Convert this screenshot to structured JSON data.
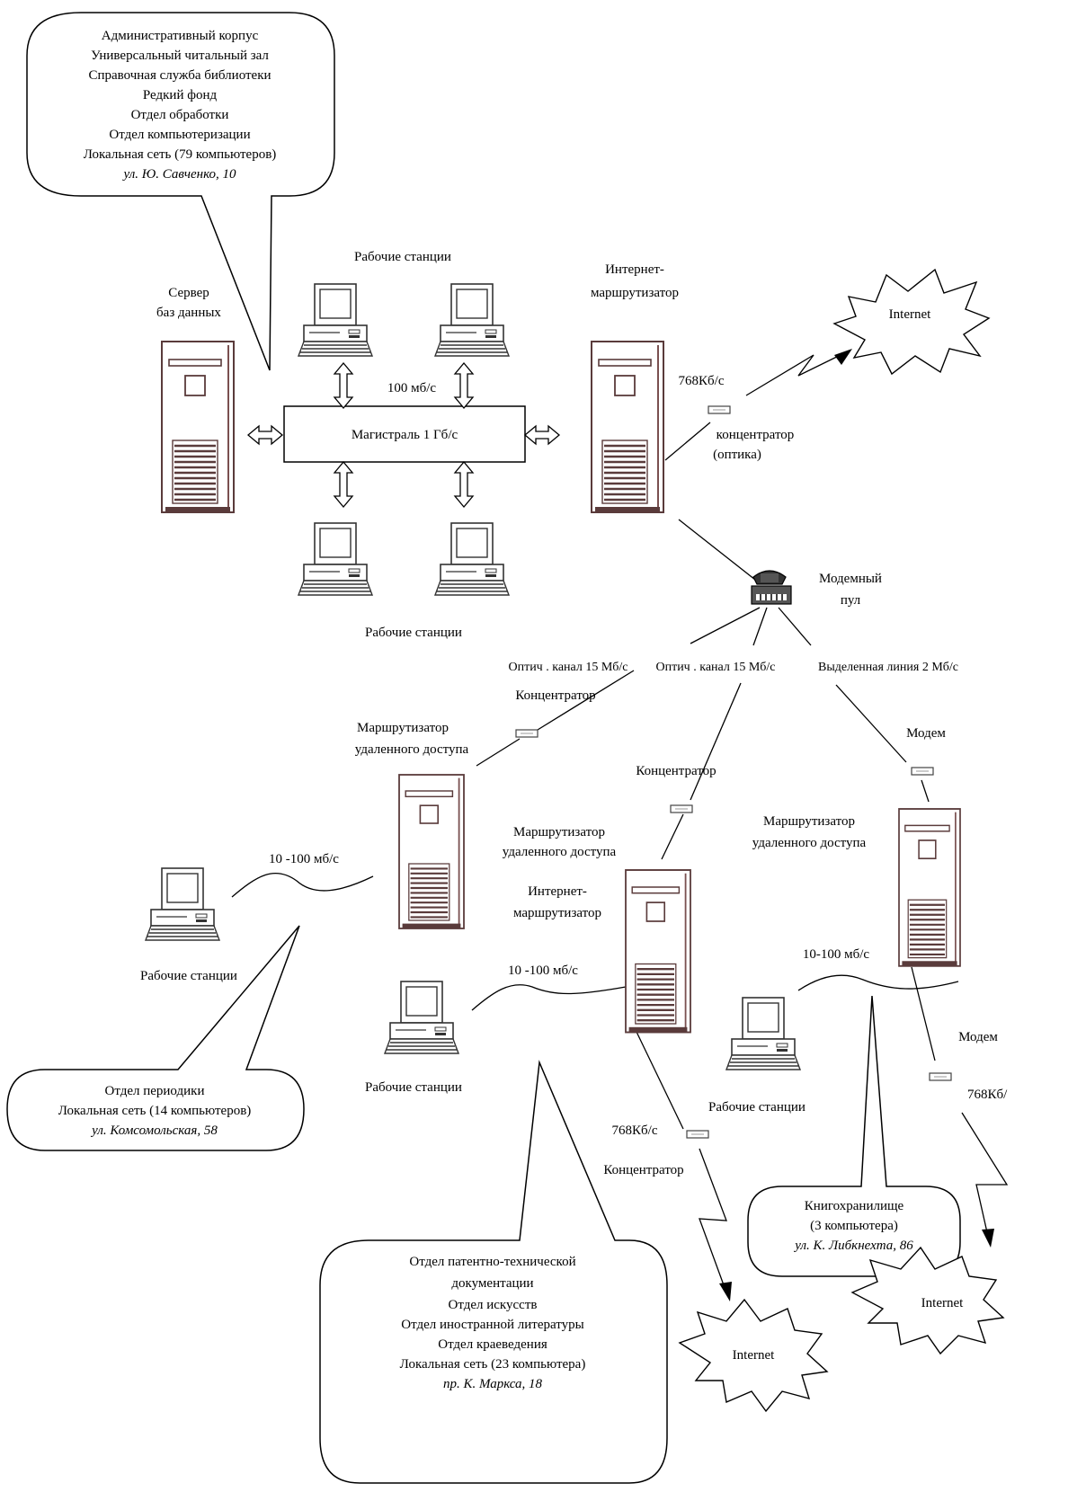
{
  "bubble_admin": {
    "lines": [
      "Административный корпус",
      "Универсальный читальный зал",
      "Справочная служба библиотеки",
      "Редкий фонд",
      "Отдел обработки",
      "Отдел компьютеризации",
      "Локальная сеть (79 компьютеров)"
    ],
    "address": "ул. Ю. Савченко, 10"
  },
  "bubble_periodicals": {
    "lines": [
      "Отдел периодики",
      "Локальная сеть (14 компьютеров)"
    ],
    "address": "ул. Комсомольская, 58"
  },
  "bubble_patent": {
    "lines": [
      "Отдел патентно-технической",
      "документации",
      "Отдел искусств",
      "Отдел иностранной литературы",
      "Отдел краеведения",
      "Локальная сеть (23 компьютера)"
    ],
    "address": "пр. К. Маркса, 18"
  },
  "bubble_storage": {
    "lines": [
      "Книгохранилище",
      "(3 компьютера)"
    ],
    "address": "ул. К. Либкнехта, 86"
  },
  "labels": {
    "db_server_1": "Сервер",
    "db_server_2": "баз данных",
    "workstations_top": "Рабочие станции",
    "workstations_bottom": "Рабочие станции",
    "router_main_1": "Интернет-",
    "router_main_2": "маршрутизатор",
    "backbone": "Магистраль 1 Гб/с",
    "speed_100": "100 мб/с",
    "speed_768_main": "768Кб/с",
    "hub_optic_1": "концентратор",
    "hub_optic_2": "(оптика)",
    "modem_pool_1": "Модемный",
    "modem_pool_2": "пул",
    "channel_optic_1": "Оптич . канал 15 Мб/с",
    "channel_optic_2": "Оптич . канал 15 Мб/с",
    "channel_dedicated": "Выделенная линия  2 Мб/с",
    "hub_left": "Концентратор",
    "remote_router_left_1": "Маршрутизатор",
    "remote_router_left_2": "удаленного доступа",
    "speed_left": "10 -100 мб/с",
    "workstations_left": "Рабочие станции",
    "hub_center": "Концентратор",
    "remote_router_center_1": "Маршрутизатор",
    "remote_router_center_2": "удаленного доступа",
    "inet_router_center_1": "Интернет-",
    "inet_router_center_2": "маршрутизатор",
    "speed_center": "10 -100 мб/с",
    "workstations_center": "Рабочие станции",
    "speed_768_center": "768Кб/с",
    "hub_bottom": "Концентратор",
    "modem_right": "Модем",
    "remote_router_right_1": "Маршрутизатор",
    "remote_router_right_2": "удаленного доступа",
    "speed_right": "10-100 мб/с",
    "workstations_right": "Рабочие станции",
    "modem_bottom_right": "Модем",
    "speed_768_right": "768Кб/",
    "internet_top": "Internet",
    "internet_bottom_center": "Internet",
    "internet_bottom_right": "Internet"
  }
}
